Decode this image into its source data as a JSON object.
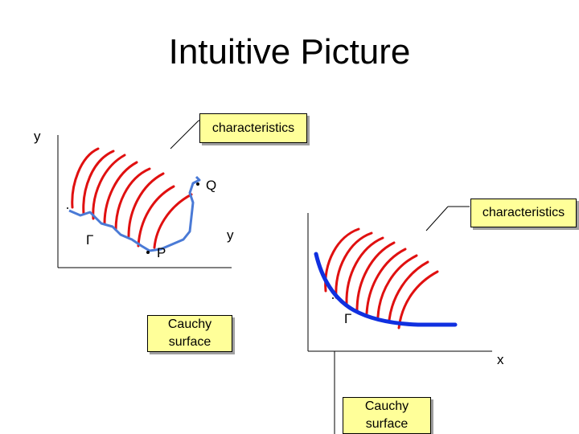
{
  "title": "Intuitive Picture",
  "left_diagram": {
    "callout": "characteristics",
    "axis_y_label": "y",
    "gamma_label": "Γ",
    "point_q_label": "Q",
    "point_p_label": "P",
    "curve_label": "y",
    "cauchy_box": "Cauchy surface"
  },
  "right_diagram": {
    "callout": "characteristics",
    "gamma_label": "Γ",
    "axis_x_label": "x",
    "cauchy_box": "Cauchy surface"
  },
  "colors": {
    "characteristic": "#e01010",
    "cauchy_left": "#4a7ad6",
    "cauchy_right": "#1030e0",
    "callout_fill": "#ffff99"
  }
}
